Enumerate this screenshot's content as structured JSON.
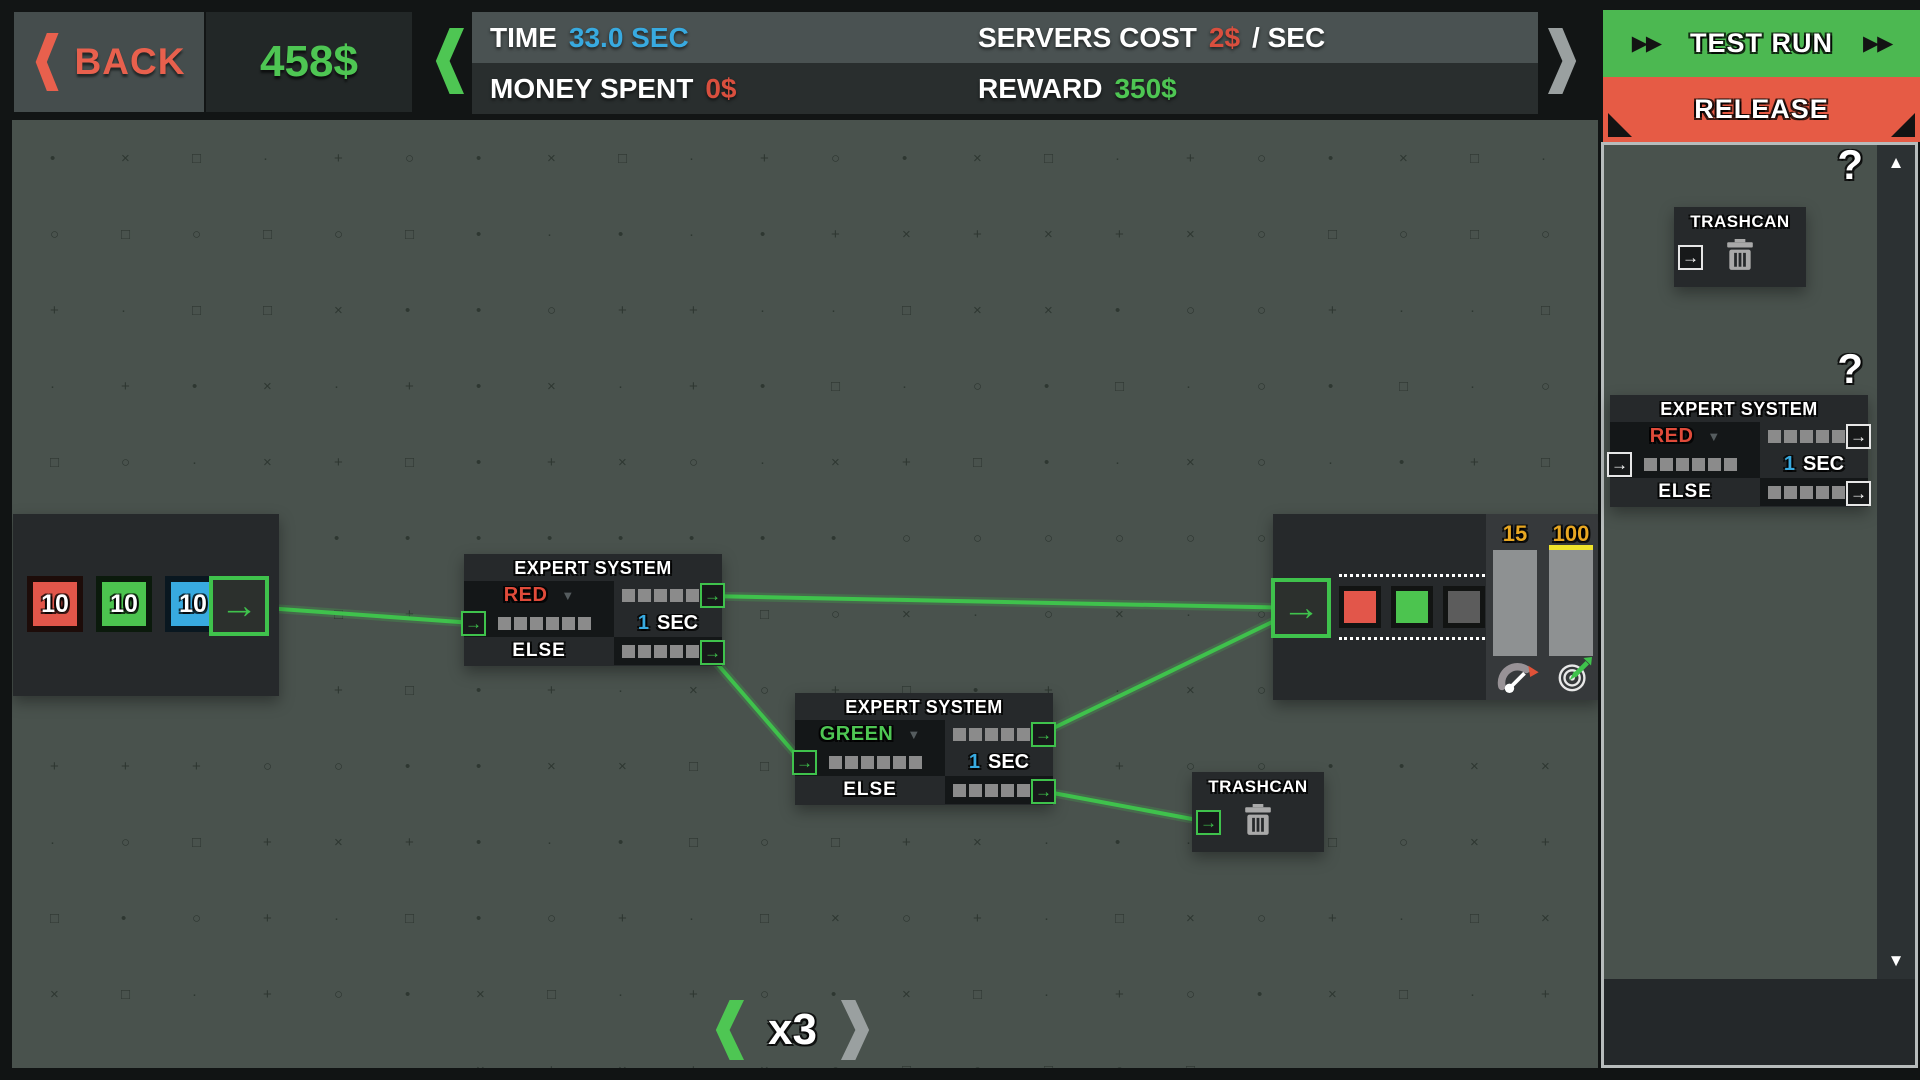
{
  "icons": {
    "port_arrow": "→",
    "dropdown_arrow": "▼",
    "play_double": "▶▶",
    "scroll_up": "▲",
    "scroll_down": "▼",
    "help": "?"
  },
  "colors": {
    "accent_green": "#4ec653",
    "accent_red": "#e8604d",
    "accent_blue": "#38aae0",
    "accent_orange": "#e8a722",
    "wire_green": "#3fc24c",
    "test_run_bg": "#4cb851",
    "release_bg": "#e65b45",
    "canvas_bg": "#49524d",
    "node_bg": "#26292b",
    "bar_cap_yellow": "#efe32b"
  },
  "top_bar": {
    "back_label": "BACK",
    "balance": "458$",
    "stats": {
      "time_label": "TIME",
      "time_value": "33.0 SEC",
      "money_spent_label": "MONEY SPENT",
      "money_spent_value": "0$",
      "servers_cost_label": "SERVERS COST",
      "servers_cost_value": "2$",
      "servers_cost_suffix": "/ SEC",
      "reward_label": "REWARD",
      "reward_value": "350$"
    },
    "test_run_label": "TEST RUN",
    "release_label": "RELEASE"
  },
  "canvas": {
    "source_node": {
      "chips": [
        {
          "value": "10",
          "color": "#e2564a"
        },
        {
          "value": "10",
          "color": "#4cc44f"
        },
        {
          "value": "10",
          "color": "#38aae0"
        }
      ]
    },
    "expert_red": {
      "title": "EXPERT SYSTEM",
      "condition": "RED",
      "duration_value": "1",
      "duration_unit": "SEC",
      "else_label": "ELSE"
    },
    "expert_green": {
      "title": "EXPERT SYSTEM",
      "condition": "GREEN",
      "duration_value": "1",
      "duration_unit": "SEC",
      "else_label": "ELSE"
    },
    "trashcan": {
      "title": "TRASHCAN"
    },
    "output_node": {
      "counter_left": "15",
      "counter_right": "100"
    },
    "speed_label": "x3"
  },
  "sidebar": {
    "trashcan_item": {
      "title": "TRASHCAN"
    },
    "expert_item": {
      "title": "EXPERT SYSTEM",
      "condition": "RED",
      "duration_value": "1",
      "duration_unit": "SEC",
      "else_label": "ELSE"
    }
  }
}
